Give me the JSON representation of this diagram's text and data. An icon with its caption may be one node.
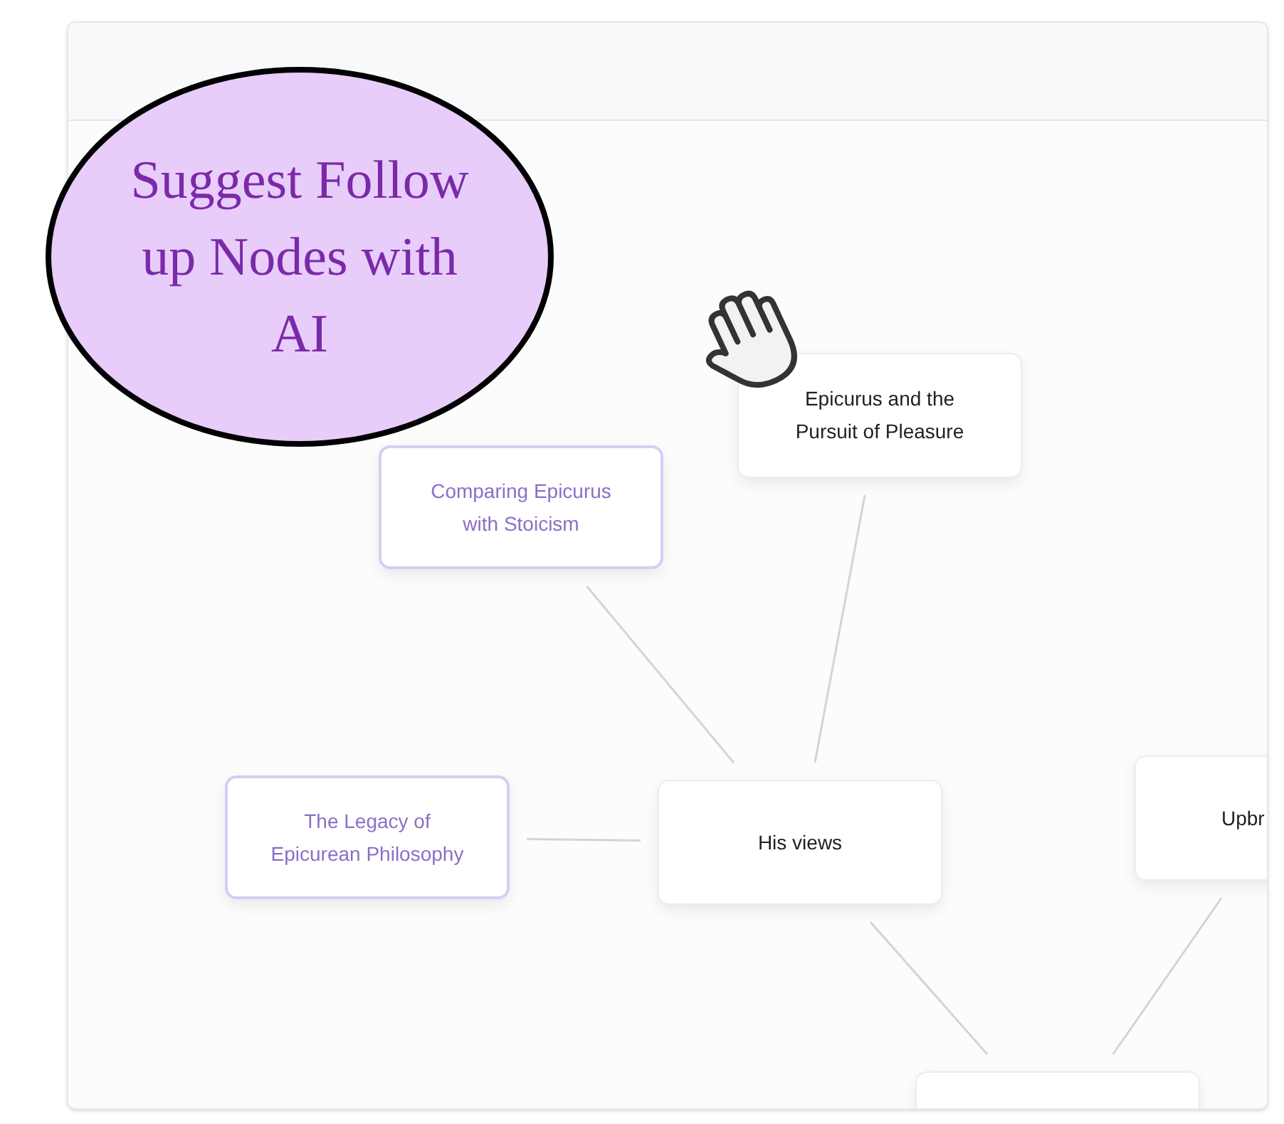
{
  "diagram": {
    "nodes": [
      {
        "text": [
          "Suggest Follow up Nodes with AI"
        ]
      },
      {
        "text": [
          "Epicurus and the Pursuit of Pleasure"
        ]
      },
      {
        "text": [
          "Comparing Epicurus with Stoicism"
        ]
      },
      {
        "text": [
          "The Legacy of Epicurean Philosophy"
        ]
      },
      {
        "text": [
          "His views"
        ]
      },
      {
        "text": [
          "Upbr"
        ]
      },
      {
        "text": [],
        "shape": "box"
      }
    ],
    "edges": [
      {
        "from": 4,
        "to": 1,
        "arrow": "none"
      },
      {
        "from": 4,
        "to": 2,
        "arrow": "none"
      },
      {
        "from": 4,
        "to": 3,
        "arrow": "none"
      },
      {
        "from": 4,
        "to": 6,
        "arrow": "none"
      },
      {
        "from": 5,
        "to": 6,
        "arrow": "none"
      }
    ]
  }
}
